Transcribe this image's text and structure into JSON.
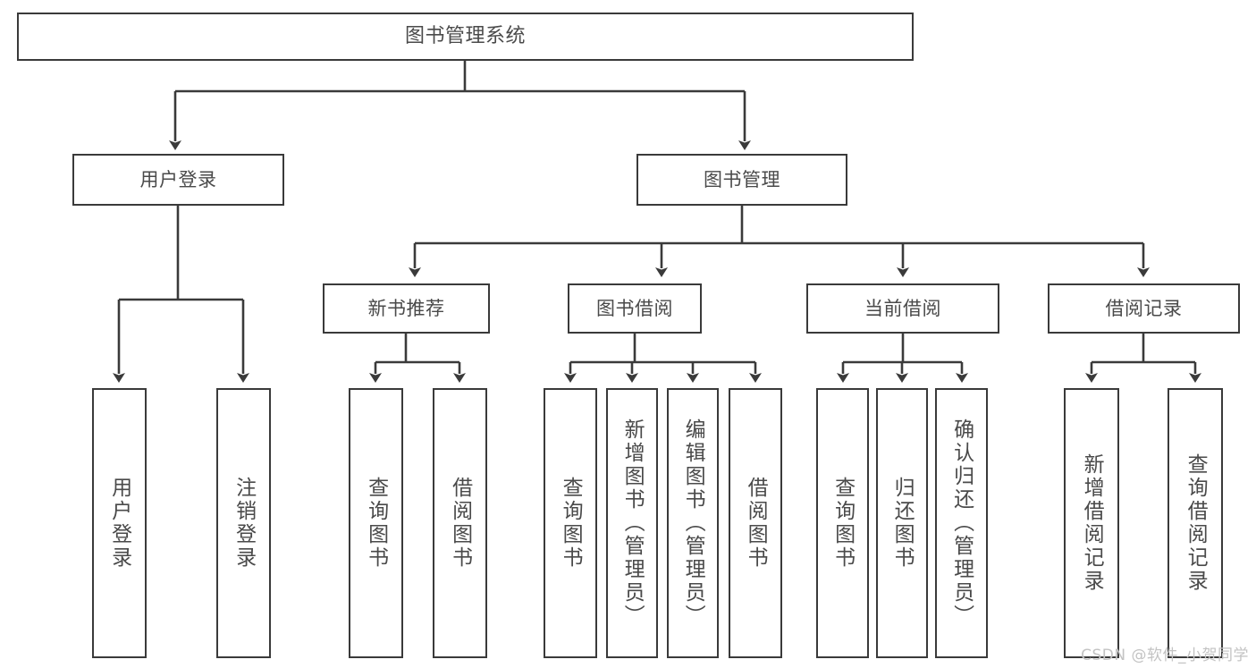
{
  "diagram": {
    "title": "图书管理系统",
    "type": "tree-hierarchy-chart",
    "root": {
      "label": "图书管理系统"
    },
    "level2": [
      {
        "label": "用户登录"
      },
      {
        "label": "图书管理"
      }
    ],
    "level3": [
      {
        "label": "新书推荐"
      },
      {
        "label": "图书借阅"
      },
      {
        "label": "当前借阅"
      },
      {
        "label": "借阅记录"
      }
    ],
    "leaves": {
      "user_login": [
        {
          "label": "用户登录"
        },
        {
          "label": "注销登录"
        }
      ],
      "new_book_recommend": [
        {
          "label": "查询图书"
        },
        {
          "label": "借阅图书"
        }
      ],
      "book_borrow": [
        {
          "label": "查询图书"
        },
        {
          "label": "新增图书（管理员）"
        },
        {
          "label": "编辑图书（管理员）"
        },
        {
          "label": "借阅图书"
        }
      ],
      "current_borrow": [
        {
          "label": "查询图书"
        },
        {
          "label": "归还图书"
        },
        {
          "label": "确认归还（管理员）"
        }
      ],
      "borrow_record": [
        {
          "label": "新增借阅记录"
        },
        {
          "label": "查询借阅记录"
        }
      ]
    }
  },
  "watermark": {
    "text": "CSDN @软件_小贺同学"
  },
  "colors": {
    "box_border": "#3a3a3a",
    "box_fill": "#ffffff",
    "text": "#4a4a4a",
    "connector": "#3a3a3a",
    "watermark": "#c3c3c3"
  }
}
